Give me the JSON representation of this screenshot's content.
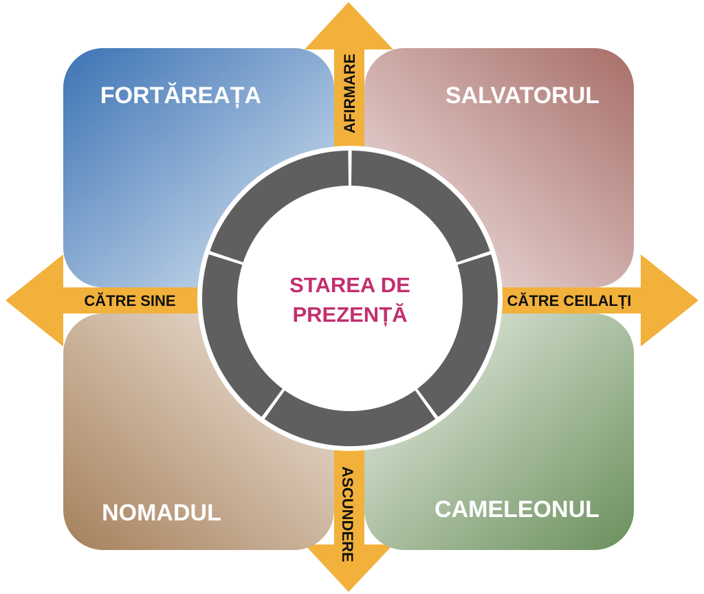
{
  "quadrants": {
    "top_left": "FORTĂREAȚA",
    "top_right": "SALVATORUL",
    "bottom_left": "NOMADUL",
    "bottom_right": "CAMELEONUL"
  },
  "arrows": {
    "up": "AFIRMARE",
    "down": "ASCUNDERE",
    "left": "CĂTRE SINE",
    "right": "CĂTRE CEILALȚI"
  },
  "center": {
    "line1": "STAREA DE",
    "line2": "PREZENȚĂ"
  },
  "ring": {
    "segments": 5
  },
  "colors": {
    "arrow": "#f2b13b",
    "ring": "#5f5f5f",
    "center_text": "#c22f6e"
  }
}
